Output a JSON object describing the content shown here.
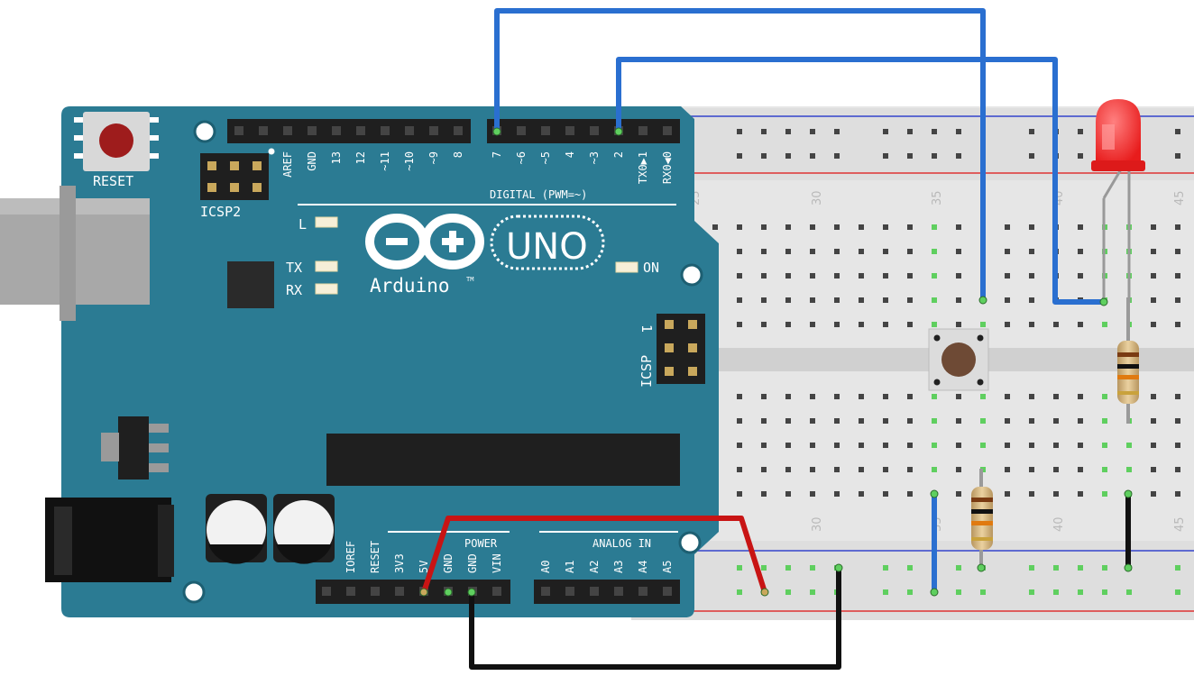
{
  "board": {
    "reset_label": "RESET",
    "icsp2_label": "ICSP2",
    "icsp_label": "ICSP",
    "icsp_pin1_label": "1",
    "brand_name": "Arduino",
    "trademark": "TM",
    "model": "UNO",
    "led_l_label": "L",
    "led_tx_label": "TX",
    "led_rx_label": "RX",
    "led_on_label": "ON",
    "digital_label": "DIGITAL (PWM=~)",
    "power_label": "POWER",
    "analog_label": "ANALOG IN",
    "top_pins": [
      "AREF",
      "GND",
      "13",
      "12",
      "~11",
      "~10",
      "~9",
      "8",
      "7",
      "~6",
      "~5",
      "4",
      "~3",
      "2",
      "TX0▶1",
      "RX0◀0"
    ],
    "power_pins": [
      "IOREF",
      "RESET",
      "3V3",
      "5V",
      "GND",
      "GND",
      "VIN"
    ],
    "analog_pins": [
      "A0",
      "A1",
      "A2",
      "A3",
      "A4",
      "A5"
    ]
  },
  "breadboard": {
    "column_numbers_top": [
      "25",
      "30",
      "35",
      "40",
      "45"
    ],
    "column_numbers_bottom": [
      "30",
      "35",
      "40",
      "45"
    ]
  },
  "colors": {
    "board": "#2b7b93",
    "wire_blue": "#2a6fd0",
    "wire_red": "#d01c1c",
    "wire_black": "#111111",
    "led_red": "#ee2222",
    "rail_blue": "#3344cc",
    "rail_red": "#dd3333"
  },
  "components": {
    "pushbutton": "push-button",
    "led": "red-led",
    "resistors": 2
  }
}
